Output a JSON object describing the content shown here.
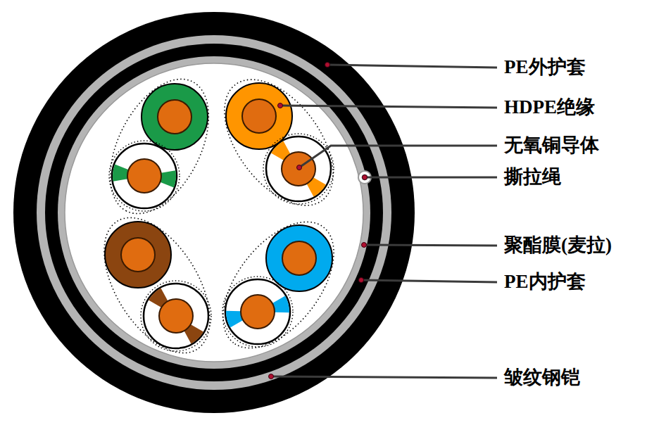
{
  "diagram": {
    "labels": [
      "PE外护套",
      "HDPE绝缘",
      "无氧铜导体",
      "撕拉绳",
      "聚酯膜(麦拉)",
      "PE内护套",
      "皱纹钢铠"
    ]
  }
}
